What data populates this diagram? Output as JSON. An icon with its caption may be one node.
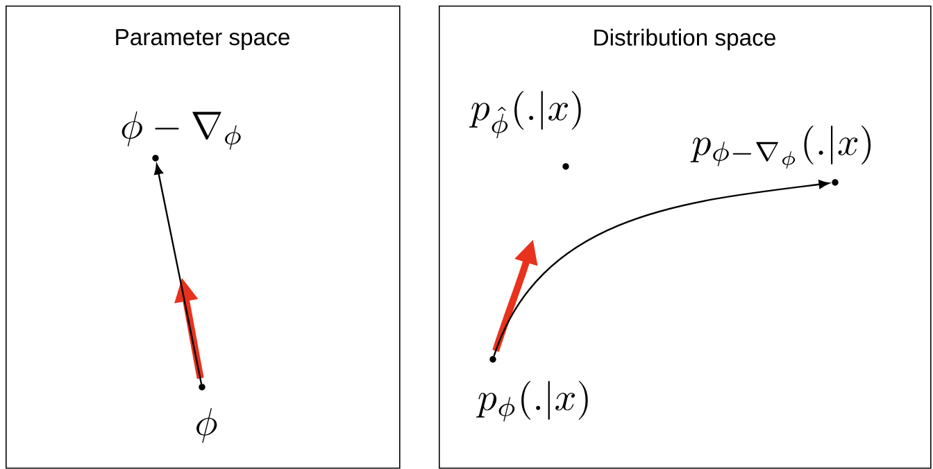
{
  "diagram": {
    "nodes": [
      {
        "text": [
          "Parameter space"
        ]
      },
      {
        "text": [],
        "shape": "circle",
        "in": 0,
        "beside": [
          "\\phi-\\nabla_{\\phi}"
        ]
      },
      {
        "text": [],
        "shape": "circle",
        "in": 0,
        "beside": [
          "\\phi"
        ]
      },
      {
        "text": [
          "Distribution space"
        ]
      },
      {
        "text": [],
        "shape": "circle",
        "in": 3,
        "beside": [
          "p_{\\hat{\\phi}}(.|x)"
        ]
      },
      {
        "text": [],
        "shape": "circle",
        "in": 3,
        "beside": [
          "p_{\\phi-\\nabla_{\\phi}}(.|x)"
        ]
      },
      {
        "text": [],
        "shape": "circle",
        "in": 3,
        "beside": [
          "p_{\\phi}(.|x)"
        ]
      }
    ],
    "edges": [
      {
        "from": 2,
        "to": null,
        "arrow": "to",
        "style": "thick",
        "color": "#e8321e"
      },
      {
        "from": 2,
        "to": 1,
        "arrow": "to",
        "color": "#000000"
      },
      {
        "from": 6,
        "to": null,
        "arrow": "to",
        "style": "thick",
        "color": "#e8321e"
      },
      {
        "from": 6,
        "to": 5,
        "arrow": "to",
        "color": "#000000"
      }
    ]
  }
}
